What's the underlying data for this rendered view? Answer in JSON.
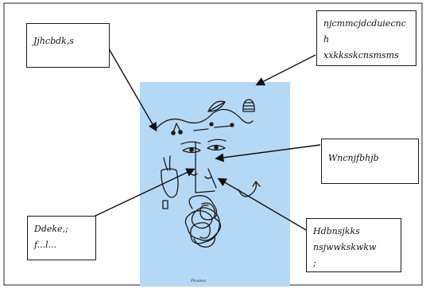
{
  "colors": {
    "poster_background": "#b3d9f7",
    "frame_border": "#222222",
    "ink": "#111111"
  },
  "poster": {
    "signature_caption": "Picasso"
  },
  "callouts": {
    "top_left": "Jjhcbdk,s",
    "top_right": "njcmmcjdcduiecnch\nxxkksskcnsmsms",
    "mid_right": "Wncnjfbhjb",
    "bottom_left": "Ddeke,;\nf...l...",
    "bottom_right": "Hdbnsjkks\nnsjwwkskwkw\n;"
  }
}
